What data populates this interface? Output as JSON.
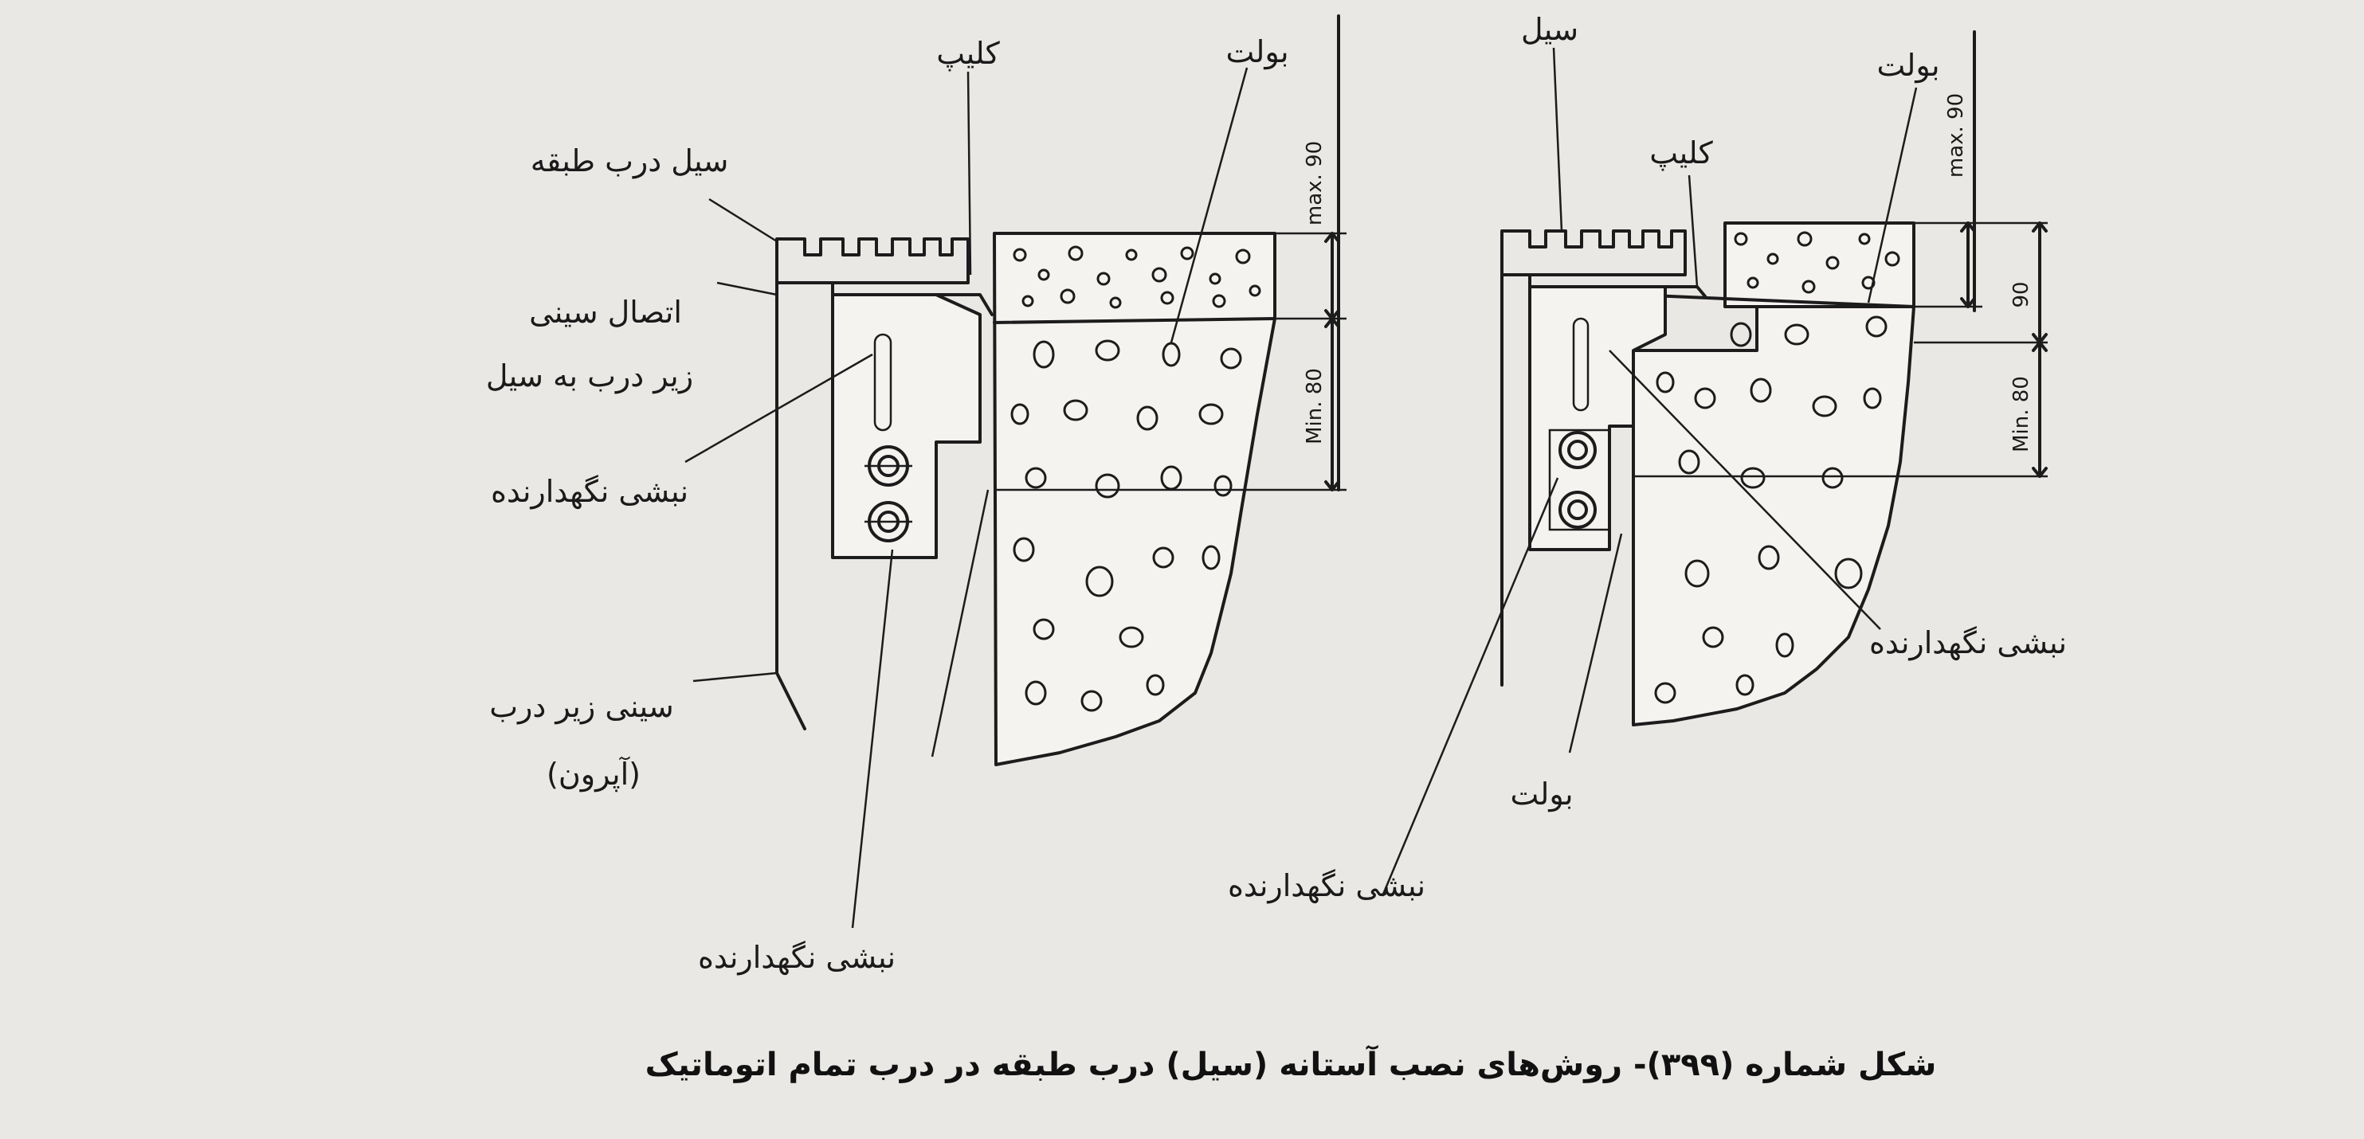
{
  "caption": "شکل شماره (۳۹۹)- روش‌های نصب آستانه (سیل) درب طبقه در درب تمام اتوماتیک",
  "left_figure": {
    "label_clip": "کلیپ",
    "label_bolt": "بولت",
    "label_landing_door_sill": "سیل درب طبقه",
    "label_connection_line1": "اتصال سینی",
    "label_connection_line2": "زیر درب به سیل",
    "label_bracket_upper": "نبشی نگهدارنده",
    "label_apron_line1": "سینی زیر درب",
    "label_apron_line2": "(آپرون)",
    "label_bracket_lower": "نبشی نگهدارنده",
    "dim_max": "max. 90",
    "dim_min": "Min. 80"
  },
  "right_figure": {
    "label_sill": "سیل",
    "label_bolt_top": "بولت",
    "label_clip": "کلیپ",
    "label_bracket_right": "نبشی نگهدارنده",
    "label_bolt_bottom": "بولت",
    "label_bracket_bottom": "نبشی نگهدارنده",
    "dim_max": "max. 90",
    "dim_90": "90",
    "dim_min": "Min. 80"
  }
}
